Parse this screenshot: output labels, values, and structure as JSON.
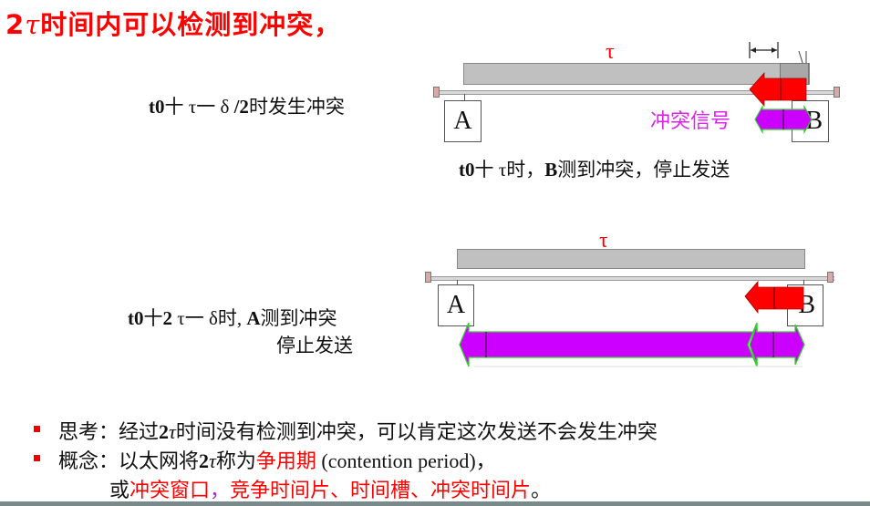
{
  "title": {
    "prefix": "2",
    "tau": "τ",
    "text": "时间内可以检测到冲突，"
  },
  "diagram_top": {
    "tau_label": "τ",
    "left_caption": {
      "bold_t0": "t0",
      "rest": "十 τ一 δ ",
      "bold_half": "/2",
      "tail": "时发生冲突"
    },
    "station_a": "A",
    "station_b": "B",
    "collision_signal_label": "冲突信号",
    "bottom_caption": {
      "bold_t0": "t0",
      "mid": "十 τ时，",
      "bold_b": "B",
      "tail": "测到冲突，停止发送"
    }
  },
  "diagram_bottom": {
    "tau_label": "τ",
    "left_caption_line1": {
      "bold_t0": "t0",
      "plus": "十",
      "bold_2": "2",
      "mid": " τ一 δ时, ",
      "bold_a": "A",
      "tail": "测到冲突"
    },
    "left_caption_line2": "停止发送",
    "station_a": "A",
    "station_b": "B"
  },
  "bullets": [
    {
      "prefix": "思考：经过",
      "bold": "2",
      "tau": "τ",
      "text": "时间没有检测到冲突，可以肯定这次发送不会发生冲突"
    },
    {
      "prefix": "概念：以太网将",
      "bold": "2",
      "tau": "τ",
      "mid": "称为",
      "red_term": "争用期",
      "english": " (contention period)，",
      "line2_prefix": "或",
      "line2_red1": "冲突窗口",
      "line2_comma": "，",
      "line2_red2": "竞争时间片、时间槽、冲突时间片",
      "line2_end": "。"
    }
  ],
  "colors": {
    "title_red": "#ff0000",
    "frame_red": "#ff0000",
    "collision_purple": "#cc00ff",
    "bar_grey": "#c0c0c0",
    "terminator": "#d9a9a9"
  }
}
